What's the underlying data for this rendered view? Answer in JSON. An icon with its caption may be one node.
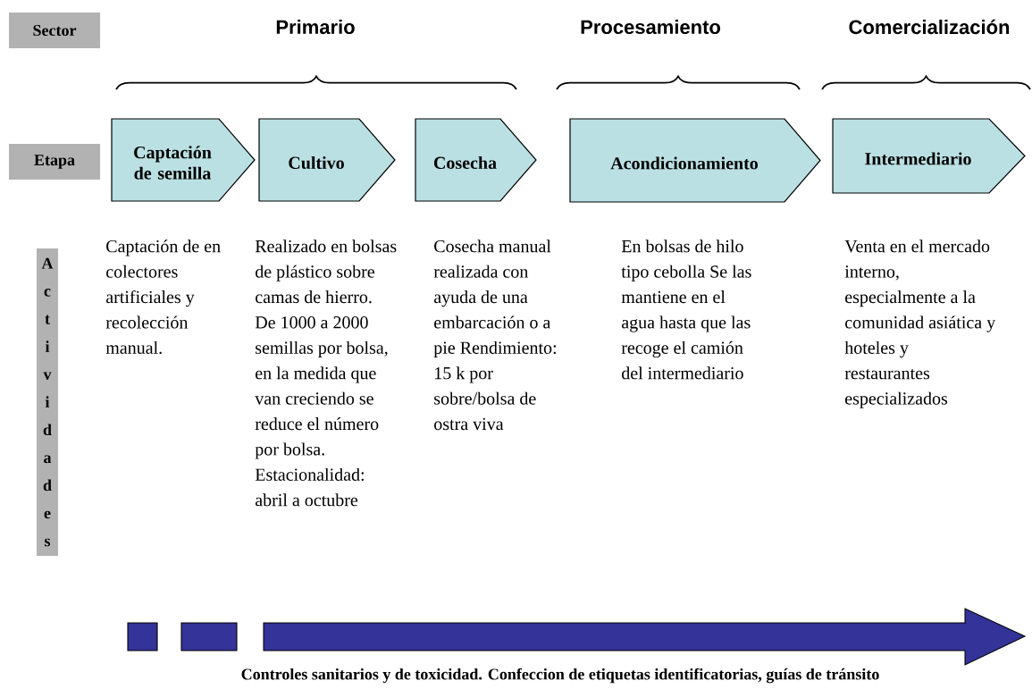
{
  "diagram": {
    "nodes": [
      {
        "text": [
          "Sector"
        ]
      },
      {
        "text": [
          "Etapa"
        ]
      },
      {
        "text": [
          "Actividades"
        ]
      },
      {
        "text": [
          "Captación de semilla"
        ],
        "beside": [
          "Captación de en colectores artificiales y recolección manual."
        ]
      },
      {
        "text": [
          "Cultivo"
        ],
        "beside": [
          "Realizado en bolsas de plástico sobre camas de hierro. De 1000 a 2000 semillas por bolsa, en la medida que van creciendo se reduce el número por bolsa. Estacionalidad: abril a octubre"
        ]
      },
      {
        "text": [
          "Cosecha"
        ],
        "beside": [
          "Cosecha manual realizada con ayuda de una embarcación o a pie Rendimiento: 15 k por sobre/bolsa de ostra viva"
        ]
      },
      {
        "text": [
          "Acondicionamiento"
        ],
        "beside": [
          "En bolsas de hilo tipo cebolla Se las mantiene en el agua hasta que las recoge el camión del intermediario"
        ]
      },
      {
        "text": [
          "Intermediario"
        ],
        "beside": [
          "Venta en el mercado interno, especialmente a la comunidad asiática y hoteles y restaurantes especializados"
        ]
      }
    ],
    "labels": [
      "Primario",
      "Procesamiento",
      "Comercialización",
      "Controles sanitarios y de toxicidad. Confeccion de etiquetas identificatorias, guías de tránsito"
    ]
  }
}
